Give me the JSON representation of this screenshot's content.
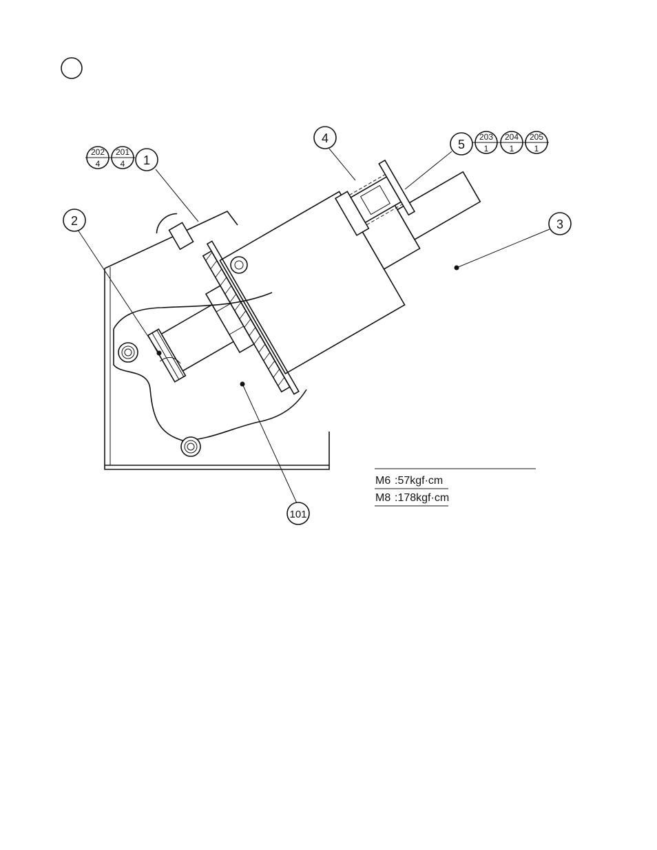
{
  "corner_marker": "",
  "balloons": {
    "b1": "1",
    "b2": "2",
    "b3": "3",
    "b4": "4",
    "b5": "5",
    "b101": "101"
  },
  "fraction_balloons": [
    {
      "top": "202",
      "bottom": "4"
    },
    {
      "top": "201",
      "bottom": "4"
    },
    {
      "top": "203",
      "bottom": "1"
    },
    {
      "top": "204",
      "bottom": "1"
    },
    {
      "top": "205",
      "bottom": "1"
    }
  ],
  "torque_specs": [
    {
      "bolt": "M6",
      "value": ":57kgf·cm"
    },
    {
      "bolt": "M8",
      "value": ":178kgf·cm"
    }
  ]
}
